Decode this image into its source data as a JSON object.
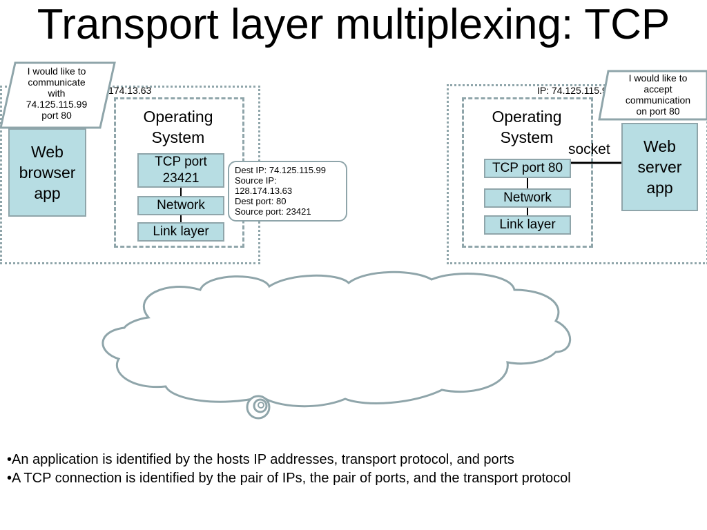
{
  "title": "Transport layer multiplexing: TCP",
  "left_host": {
    "ip_label": "174.13.63",
    "callout": [
      "I would like to",
      "communicate",
      "with",
      "74.125.115.99",
      "port 80"
    ],
    "app": [
      "Web",
      "browser",
      "app"
    ],
    "os": [
      "Operating",
      "System"
    ],
    "layers": {
      "tcp": [
        "TCP port",
        "23421"
      ],
      "network": "Network",
      "link": "Link layer"
    }
  },
  "packet": [
    "Dest IP: 74.125.115.99",
    "Source IP:",
    "128.174.13.63",
    "Dest port: 80",
    "Source port: 23421"
  ],
  "right_host": {
    "ip_label": "IP: 74.125.115.99",
    "callout": [
      "I would like to",
      "accept",
      "communication",
      "on port 80"
    ],
    "app": [
      "Web",
      "server",
      "app"
    ],
    "os": [
      "Operating",
      "System"
    ],
    "socket": "socket",
    "layers": {
      "tcp": "TCP port 80",
      "network": "Network",
      "link": "Link layer"
    }
  },
  "bullets": [
    "•An application is identified by the hosts IP addresses, transport protocol, and ports",
    "•A TCP connection is identified by the pair of IPs, the pair of ports, and the transport protocol"
  ],
  "colors": {
    "box_fill": "#b7dde3",
    "stroke": "#8fa5aa"
  }
}
